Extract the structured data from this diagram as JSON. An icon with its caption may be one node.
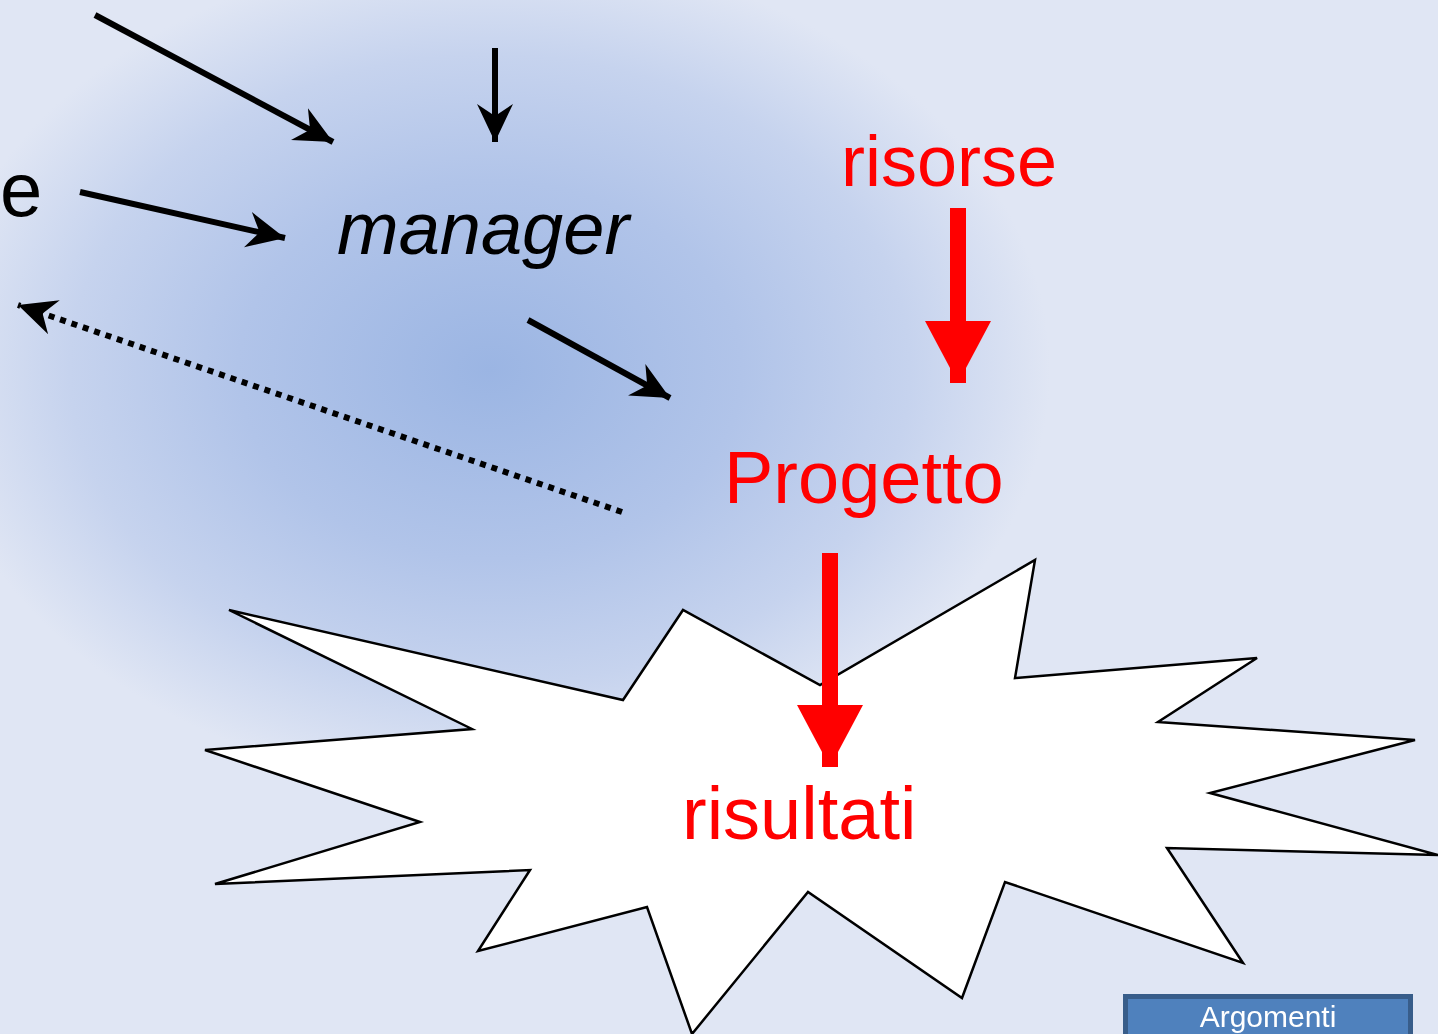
{
  "diagram": {
    "nodes": [
      {
        "text": [
          "e"
        ]
      },
      {
        "text": [
          "manager"
        ]
      },
      {
        "text": [
          "risorse"
        ]
      },
      {
        "text": [
          "Progetto"
        ]
      },
      {
        "text": [
          "risultati"
        ]
      }
    ],
    "edges": [
      {
        "from": null,
        "to": 1,
        "arrow": "to"
      },
      {
        "from": null,
        "to": 1,
        "arrow": "to"
      },
      {
        "from": 0,
        "to": 1,
        "arrow": "to"
      },
      {
        "from": 1,
        "to": 3,
        "arrow": "to"
      },
      {
        "from": 3,
        "to": 0,
        "arrow": "to",
        "style": "dashed"
      },
      {
        "from": 2,
        "to": 3,
        "arrow": "to",
        "style": "thick",
        "color": "#ff0000"
      },
      {
        "from": 3,
        "to": 4,
        "arrow": "to",
        "style": "thick",
        "color": "#ff0000"
      }
    ],
    "labels": [
      "Argomenti"
    ]
  }
}
